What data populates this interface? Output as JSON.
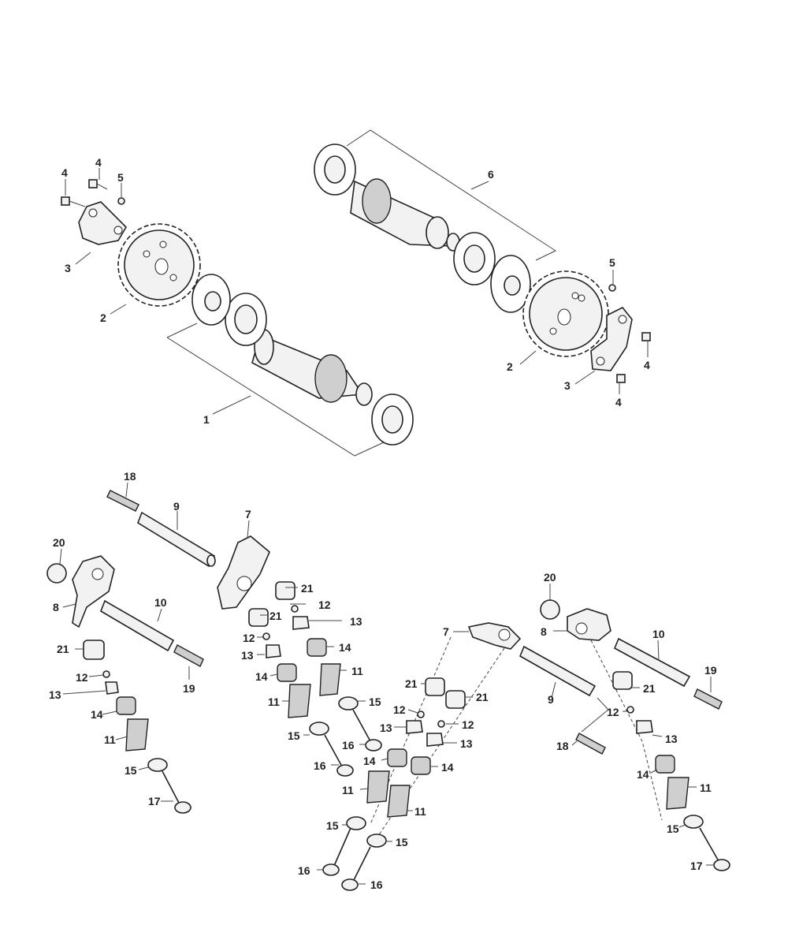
{
  "callouts": [
    {
      "id": "c1",
      "label": "1"
    },
    {
      "id": "c2a",
      "label": "2"
    },
    {
      "id": "c3a",
      "label": "3"
    },
    {
      "id": "c4a",
      "label": "4"
    },
    {
      "id": "c4b",
      "label": "4"
    },
    {
      "id": "c5a",
      "label": "5"
    },
    {
      "id": "c6",
      "label": "6"
    },
    {
      "id": "c5b",
      "label": "5"
    },
    {
      "id": "c4c",
      "label": "4"
    },
    {
      "id": "c2b",
      "label": "2"
    },
    {
      "id": "c3b",
      "label": "3"
    },
    {
      "id": "c4d",
      "label": "4"
    },
    {
      "id": "c18a",
      "label": "18"
    },
    {
      "id": "c9a",
      "label": "9"
    },
    {
      "id": "c7a",
      "label": "7"
    },
    {
      "id": "c20a",
      "label": "20"
    },
    {
      "id": "c8a",
      "label": "8"
    },
    {
      "id": "c10a",
      "label": "10"
    },
    {
      "id": "c21a",
      "label": "21"
    },
    {
      "id": "c12a",
      "label": "12"
    },
    {
      "id": "c13a",
      "label": "13"
    },
    {
      "id": "c19a",
      "label": "19"
    },
    {
      "id": "c14a",
      "label": "14"
    },
    {
      "id": "c11a",
      "label": "11"
    },
    {
      "id": "c15a",
      "label": "15"
    },
    {
      "id": "c17a",
      "label": "17"
    },
    {
      "id": "c21b",
      "label": "21"
    },
    {
      "id": "c12b",
      "label": "12"
    },
    {
      "id": "c21c",
      "label": "21"
    },
    {
      "id": "c13b",
      "label": "13"
    },
    {
      "id": "c12c",
      "label": "12"
    },
    {
      "id": "c13c",
      "label": "13"
    },
    {
      "id": "c14b",
      "label": "14"
    },
    {
      "id": "c14c",
      "label": "14"
    },
    {
      "id": "c11b",
      "label": "11"
    },
    {
      "id": "c11c",
      "label": "11"
    },
    {
      "id": "c15b",
      "label": "15"
    },
    {
      "id": "c15c",
      "label": "15"
    },
    {
      "id": "c16a",
      "label": "16"
    },
    {
      "id": "c16b",
      "label": "16"
    },
    {
      "id": "c7b",
      "label": "7"
    },
    {
      "id": "c21d",
      "label": "21"
    },
    {
      "id": "c21e",
      "label": "21"
    },
    {
      "id": "c12d",
      "label": "12"
    },
    {
      "id": "c13d",
      "label": "13"
    },
    {
      "id": "c12e",
      "label": "12"
    },
    {
      "id": "c13e",
      "label": "13"
    },
    {
      "id": "c14d",
      "label": "14"
    },
    {
      "id": "c14e",
      "label": "14"
    },
    {
      "id": "c11d",
      "label": "11"
    },
    {
      "id": "c11e",
      "label": "11"
    },
    {
      "id": "c15d",
      "label": "15"
    },
    {
      "id": "c15e",
      "label": "15"
    },
    {
      "id": "c16c",
      "label": "16"
    },
    {
      "id": "c16d",
      "label": "16"
    },
    {
      "id": "c9b",
      "label": "9"
    },
    {
      "id": "c18b",
      "label": "18"
    },
    {
      "id": "c20b",
      "label": "20"
    },
    {
      "id": "c8b",
      "label": "8"
    },
    {
      "id": "c10b",
      "label": "10"
    },
    {
      "id": "c21f",
      "label": "21"
    },
    {
      "id": "c19b",
      "label": "19"
    },
    {
      "id": "c12f",
      "label": "12"
    },
    {
      "id": "c13f",
      "label": "13"
    },
    {
      "id": "c14f",
      "label": "14"
    },
    {
      "id": "c11f",
      "label": "11"
    },
    {
      "id": "c15f",
      "label": "15"
    },
    {
      "id": "c17b",
      "label": "17"
    }
  ]
}
